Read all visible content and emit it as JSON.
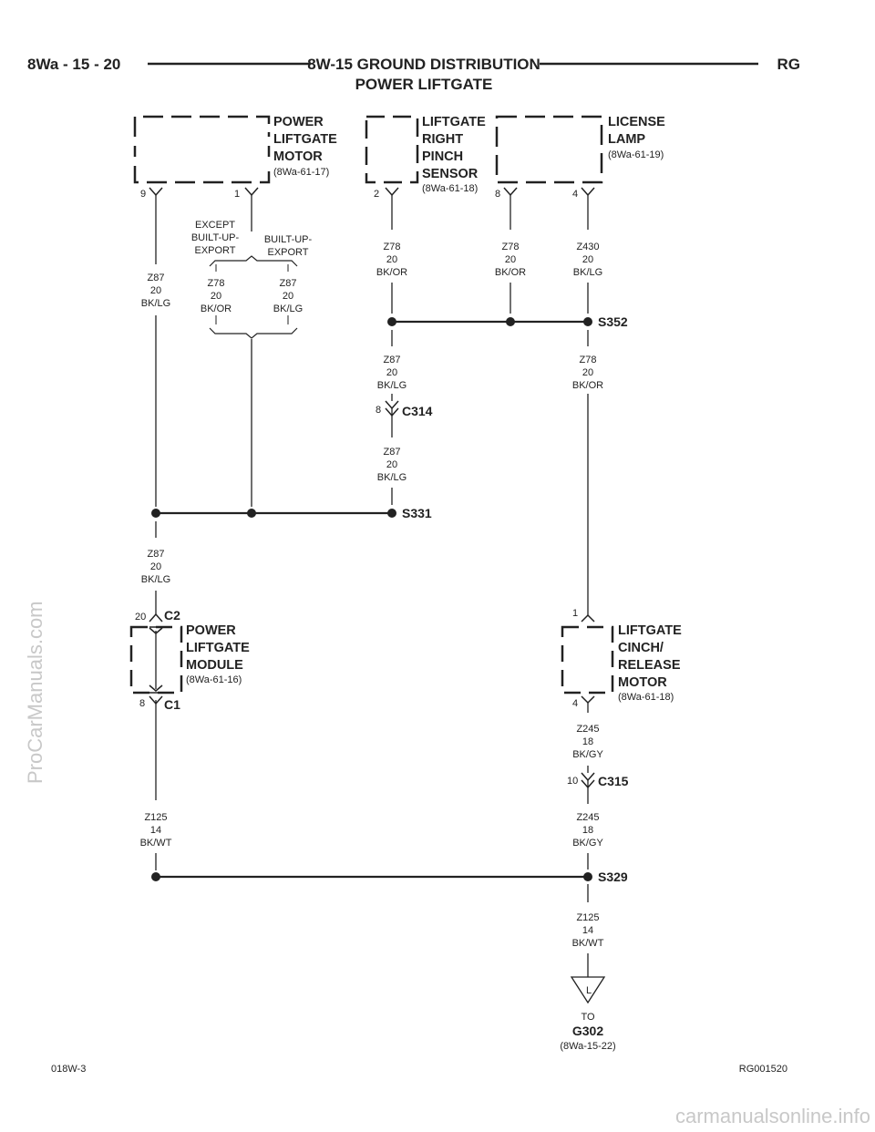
{
  "header": {
    "page_left": "8Wa - 15 - 20",
    "title_line1": "8W-15 GROUND DISTRIBUTION",
    "title_line2": "POWER LIFTGATE",
    "page_right": "RG"
  },
  "components": {
    "liftgate_motor": {
      "lines": [
        "POWER",
        "LIFTGATE",
        "MOTOR"
      ],
      "ref": "(8Wa-61-17)",
      "pin_a": "9",
      "pin_b": "1"
    },
    "pinch_sensor": {
      "lines": [
        "LIFTGATE",
        "RIGHT",
        "PINCH",
        "SENSOR"
      ],
      "ref": "(8Wa-61-18)",
      "pin": "2"
    },
    "license_lamp": {
      "lines": [
        "LICENSE",
        "LAMP"
      ],
      "ref": "(8Wa-61-19)",
      "pin_a": "8",
      "pin_b": "4"
    },
    "liftgate_module": {
      "lines": [
        "POWER",
        "LIFTGATE",
        "MODULE"
      ],
      "ref": "(8Wa-61-16)",
      "conn_top": "C2",
      "pin_top": "20",
      "conn_bottom": "C1",
      "pin_bottom": "8"
    },
    "cinch_motor": {
      "lines": [
        "LIFTGATE",
        "CINCH/",
        "RELEASE",
        "MOTOR"
      ],
      "ref": "(8Wa-61-18)",
      "pin_top": "1",
      "pin_bottom": "4"
    }
  },
  "options": {
    "except": [
      "EXCEPT",
      "BUILT-UP-",
      "EXPORT"
    ],
    "built_up": [
      "BUILT-UP-",
      "EXPORT"
    ]
  },
  "wires": {
    "w_motor9": [
      "Z87",
      "20",
      "BK/LG"
    ],
    "w_opt_left": [
      "Z78",
      "20",
      "BK/OR"
    ],
    "w_opt_right": [
      "Z87",
      "20",
      "BK/LG"
    ],
    "w_sensor": [
      "Z78",
      "20",
      "BK/OR"
    ],
    "w_lamp8": [
      "Z78",
      "20",
      "BK/OR"
    ],
    "w_lamp4": [
      "Z430",
      "20",
      "BK/LG"
    ],
    "w_mid_upper": [
      "Z87",
      "20",
      "BK/LG"
    ],
    "w_mid_lower": [
      "Z87",
      "20",
      "BK/LG"
    ],
    "w_right_mid": [
      "Z78",
      "20",
      "BK/OR"
    ],
    "w_left_mid": [
      "Z87",
      "20",
      "BK/LG"
    ],
    "w_cinch_upper": [
      "Z245",
      "18",
      "BK/GY"
    ],
    "w_cinch_lower": [
      "Z245",
      "18",
      "BK/GY"
    ],
    "w_left_low": [
      "Z125",
      "14",
      "BK/WT"
    ],
    "w_ground": [
      "Z125",
      "14",
      "BK/WT"
    ]
  },
  "connectors": {
    "c314": {
      "name": "C314",
      "pin": "8"
    },
    "c315": {
      "name": "C315",
      "pin": "10"
    }
  },
  "splices": {
    "s352": "S352",
    "s331": "S331",
    "s329": "S329"
  },
  "ground": {
    "symbol": "L",
    "to": "TO",
    "name": "G302",
    "ref": "(8Wa-15-22)"
  },
  "footer": {
    "left": "018W-3",
    "right": "RG001520"
  },
  "watermarks": {
    "side": "ProCarManuals.com",
    "bottom": "carmanualsonline.info"
  }
}
